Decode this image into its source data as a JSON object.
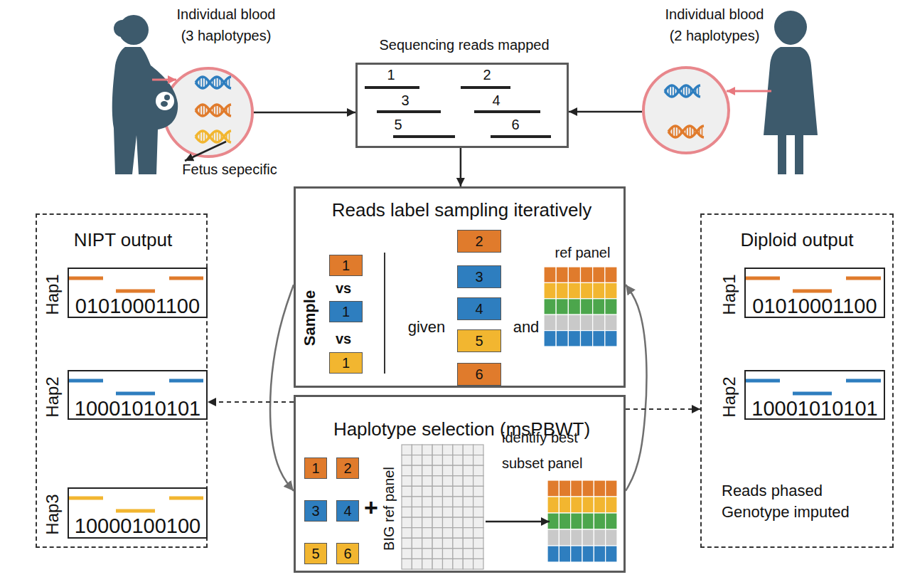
{
  "diagram": {
    "nodes": [
      {
        "text": [
          "Individual blood (3 haplotypes)"
        ]
      },
      {
        "text": [
          "Sequencing reads mapped"
        ]
      },
      {
        "text": [
          "Individual blood (2 haplotypes)"
        ]
      },
      {
        "text": [
          "Reads label sampling iteratively"
        ]
      },
      {
        "text": [
          "1"
        ],
        "in": 3
      },
      {
        "text": [
          "1"
        ],
        "in": 3
      },
      {
        "text": [
          "1"
        ],
        "in": 3
      },
      {
        "text": [
          "2"
        ],
        "in": 3
      },
      {
        "text": [
          "3"
        ],
        "in": 3
      },
      {
        "text": [
          "4"
        ],
        "in": 3
      },
      {
        "text": [
          "5"
        ],
        "in": 3
      },
      {
        "text": [
          "6"
        ],
        "in": 3
      },
      {
        "text": [
          "ref panel"
        ],
        "in": 3
      },
      {
        "text": [
          "Haplotype selection (msPBWT)"
        ]
      },
      {
        "text": [
          "1"
        ],
        "in": 13
      },
      {
        "text": [
          "2"
        ],
        "in": 13
      },
      {
        "text": [
          "3"
        ],
        "in": 13
      },
      {
        "text": [
          "4"
        ],
        "in": 13
      },
      {
        "text": [
          "5"
        ],
        "in": 13
      },
      {
        "text": [
          "6"
        ],
        "in": 13
      },
      {
        "text": [
          "BIG ref panel"
        ],
        "in": 13
      },
      {
        "text": [
          "identify best subset panel"
        ],
        "in": 13
      },
      {
        "text": [
          "NIPT output"
        ]
      },
      {
        "text": [
          "Hap1",
          "01010001100"
        ],
        "in": 22
      },
      {
        "text": [
          "Hap2",
          "10001010101"
        ],
        "in": 22
      },
      {
        "text": [
          "Hap3",
          "10000100100"
        ],
        "in": 22
      },
      {
        "text": [
          "Diploid output",
          "Reads phased Genotype imputed"
        ]
      },
      {
        "text": [
          "Hap1",
          "01010001100"
        ],
        "in": 26
      },
      {
        "text": [
          "Hap2",
          "10001010101"
        ],
        "in": 26
      }
    ],
    "edges": [
      {
        "from": 0,
        "to": 1,
        "arrow": "to"
      },
      {
        "from": 2,
        "to": 1,
        "arrow": "to"
      },
      {
        "from": 1,
        "to": 3,
        "arrow": "to"
      },
      {
        "from": 3,
        "to": 13,
        "arrow": "to"
      },
      {
        "from": 13,
        "to": 3,
        "arrow": "to"
      },
      {
        "from": 13,
        "to": 22,
        "arrow": "to"
      },
      {
        "from": 13,
        "to": 26,
        "arrow": "to"
      },
      {
        "from": 20,
        "to": 21,
        "arrow": "to"
      }
    ],
    "labels": [
      "Fetus sepecific",
      "1",
      "2",
      "3",
      "4",
      "5",
      "6",
      "Sample",
      "vs",
      "vs",
      "given",
      "and",
      "+"
    ]
  }
}
